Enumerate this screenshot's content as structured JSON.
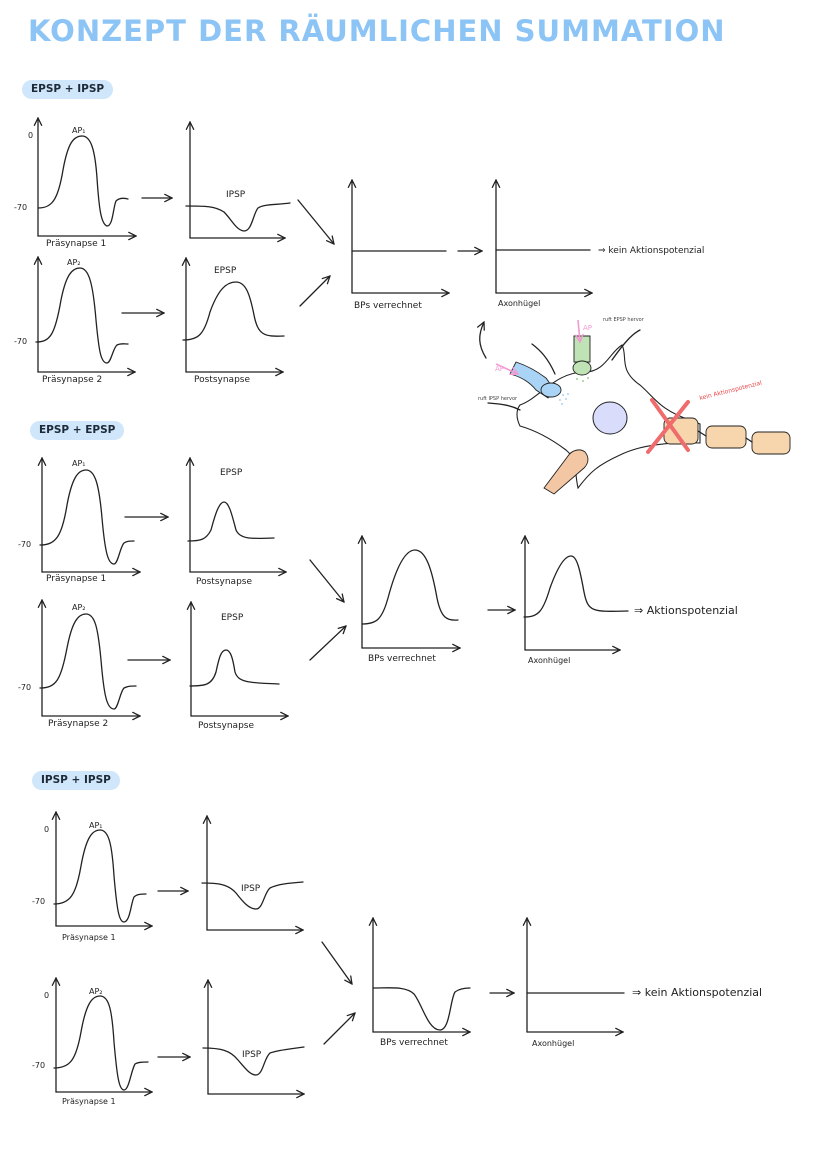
{
  "title": "KONZEPT DER RÄUMLICHEN SUMMATION",
  "sections": [
    {
      "badge": "EPSP + IPSP",
      "pre1": {
        "label": "Präsynapse 1",
        "ap": "AP₁",
        "tick_zero": "0",
        "tick_rest": "-70"
      },
      "pre2": {
        "label": "Präsynapse 2",
        "ap": "AP₂",
        "tick_rest": "-70"
      },
      "post1": {
        "psp": "IPSP"
      },
      "post2": {
        "psp": "EPSP",
        "label": "Postsynapse"
      },
      "sum_label": "BPs verrechnet",
      "axon_label": "Axonhügel",
      "result": "⇒ kein Aktionspotenzial"
    },
    {
      "badge": "EPSP + EPSP",
      "pre1": {
        "label": "Präsynapse 1",
        "ap": "AP₁",
        "tick_rest": "-70"
      },
      "pre2": {
        "label": "Präsynapse 2",
        "ap": "AP₂",
        "tick_rest": "-70"
      },
      "post1": {
        "psp": "EPSP",
        "label": "Postsynapse"
      },
      "post2": {
        "psp": "EPSP",
        "label": "Postsynapse"
      },
      "sum_label": "BPs verrechnet",
      "axon_label": "Axonhügel",
      "result": "⇒ Aktionspotenzial"
    },
    {
      "badge": "IPSP + IPSP",
      "pre1": {
        "label": "Präsynapse 1",
        "ap": "AP₁",
        "tick_zero": "0",
        "tick_rest": "-70"
      },
      "pre2": {
        "label": "Präsynapse 1",
        "ap": "AP₂",
        "tick_zero": "0",
        "tick_rest": "-70"
      },
      "post1": {
        "psp": "IPSP"
      },
      "post2": {
        "psp": "IPSP"
      },
      "sum_label": "BPs verrechnet",
      "axon_label": "Axonhügel",
      "result": "⇒ kein Aktionspotenzial"
    }
  ],
  "neuron": {
    "ap_left": "AP",
    "ap_top": "AP",
    "note_left": "ruft IPSP hervor",
    "note_top": "ruft EPSP hervor",
    "note_red": "kein Aktionspotenzial",
    "colors": {
      "ipsp": "#a9d4f5",
      "epsp": "#bfe3b4",
      "myelin": "#f8d6ad",
      "nucleus": "#d9dcfb",
      "dendrite": "#f4c7a4",
      "ap_arrow": "#f39ad3",
      "cross": "#f06b6b"
    }
  }
}
